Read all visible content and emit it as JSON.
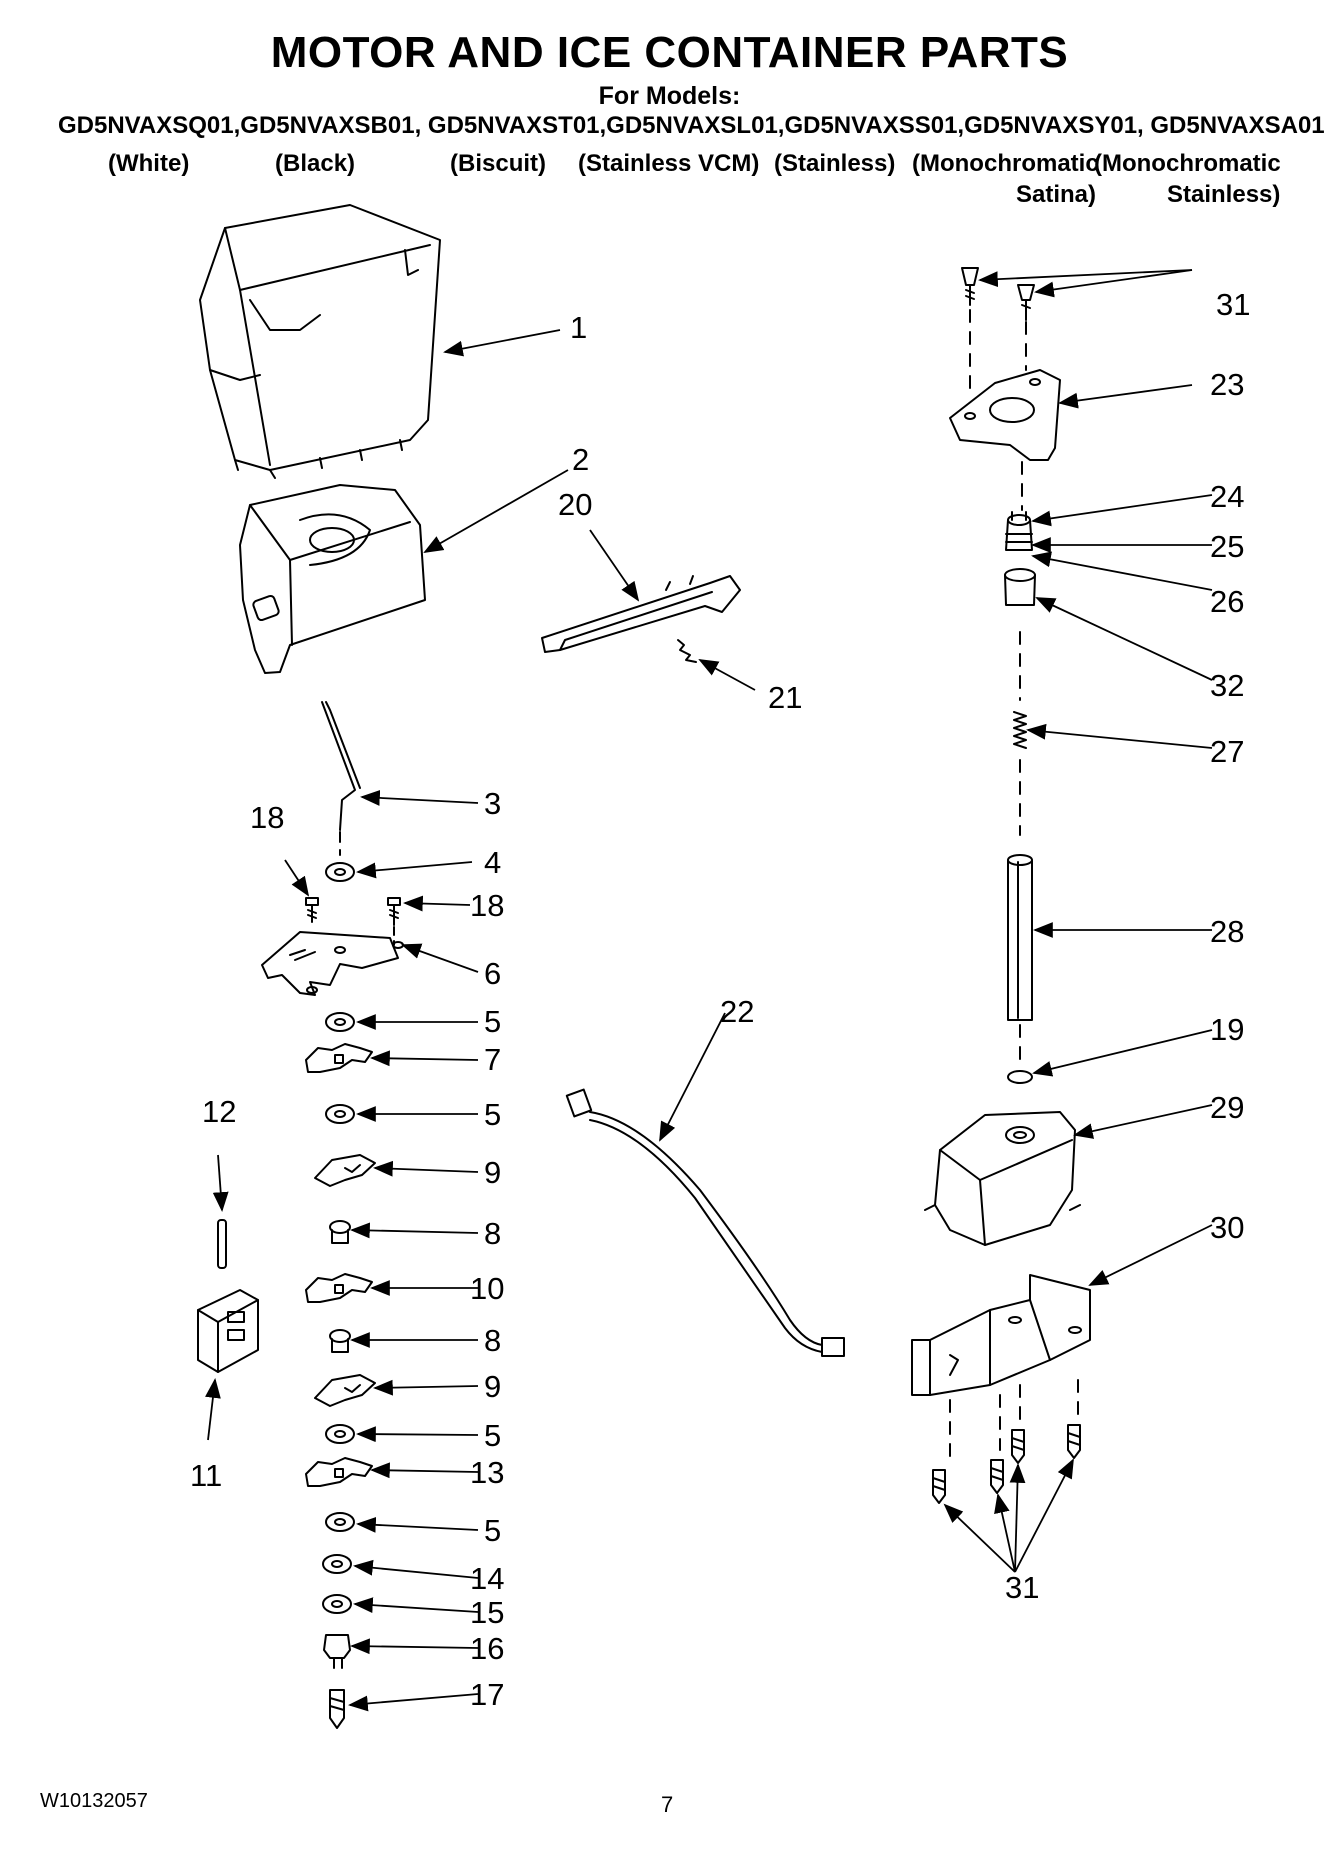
{
  "header": {
    "title": "MOTOR AND ICE CONTAINER PARTS",
    "for_models": "For Models:",
    "models_line": "GD5NVAXSQ01,GD5NVAXSB01, GD5NVAXST01,GD5NVAXSL01,GD5NVAXSS01,GD5NVAXSY01, GD5NVAXSA01",
    "colors": {
      "white": "(White)",
      "black": "(Black)",
      "biscuit": "(Biscuit)",
      "stainless_vcm": "(Stainless VCM)",
      "stainless": "(Stainless)",
      "mono_1": "(Monochromatic",
      "mono_2": "(Monochromatic",
      "satina": "Satina)",
      "mono_stainless": "Stainless)"
    }
  },
  "callouts": {
    "c1": "1",
    "c2": "2",
    "c3": "3",
    "c4": "4",
    "c5a": "5",
    "c5b": "5",
    "c5c": "5",
    "c5d": "5",
    "c6": "6",
    "c7": "7",
    "c8a": "8",
    "c8b": "8",
    "c9a": "9",
    "c9b": "9",
    "c10": "10",
    "c11": "11",
    "c12": "12",
    "c13": "13",
    "c14": "14",
    "c15": "15",
    "c16": "16",
    "c17": "17",
    "c18a": "18",
    "c18b": "18",
    "c19": "19",
    "c20": "20",
    "c21": "21",
    "c22": "22",
    "c23": "23",
    "c24": "24",
    "c25": "25",
    "c26": "26",
    "c27": "27",
    "c28": "28",
    "c29": "29",
    "c30": "30",
    "c31a": "31",
    "c31b": "31",
    "c32": "32"
  },
  "footer": {
    "doc_code": "W10132057",
    "page_number": "7"
  }
}
